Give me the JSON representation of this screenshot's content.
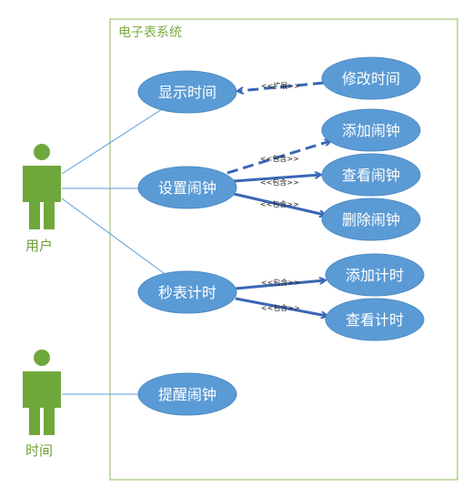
{
  "system": {
    "title": "电子表系统"
  },
  "actors": {
    "user": "用户",
    "time": "时间"
  },
  "use_cases": {
    "display_time": "显示时间",
    "modify_time": "修改时间",
    "set_alarm": "设置闹钟",
    "add_alarm": "添加闹钟",
    "view_alarm": "查看闹钟",
    "delete_alarm": "删除闹钟",
    "stopwatch": "秒表计时",
    "add_timer": "添加计时",
    "view_timer": "查看计时",
    "remind_alarm": "提醒闹钟"
  },
  "stereotypes": {
    "extend": "<<扩展>>",
    "include": "<<包含>>"
  },
  "colors": {
    "boundary": "#8dba5a",
    "actor": "#6fa83a",
    "usecase_fill": "#5b9bd5",
    "usecase_stroke": "#4f8bc4",
    "association": "#5b9bd5",
    "dependency": "#3a67b5"
  }
}
